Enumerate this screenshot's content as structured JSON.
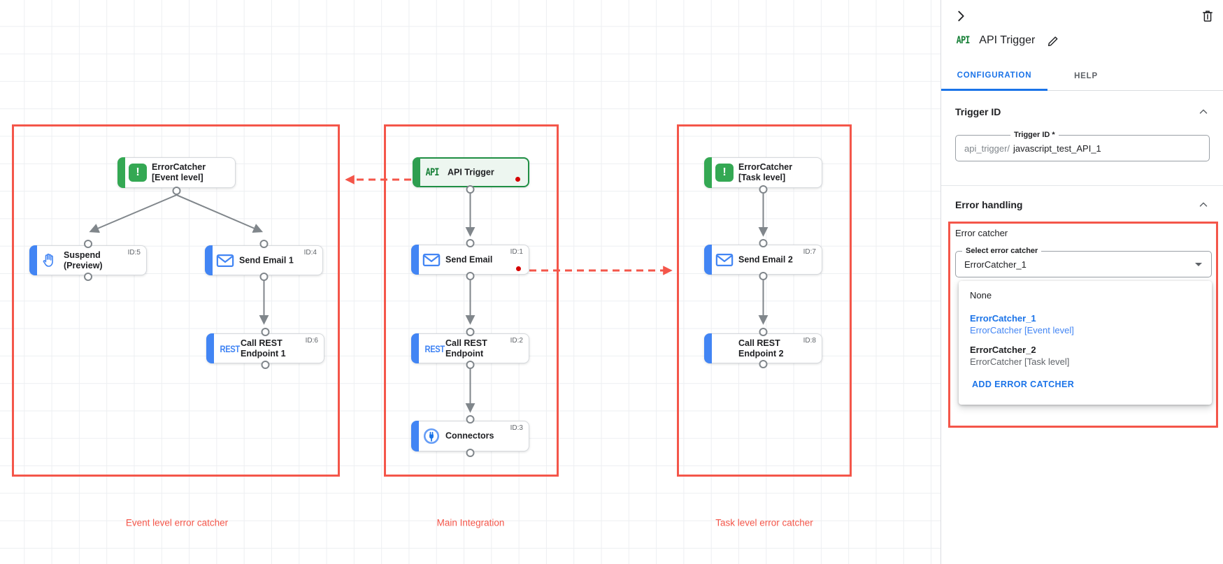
{
  "panel": {
    "badge": "API",
    "title": "API Trigger",
    "tabs": [
      {
        "label": "CONFIGURATION"
      },
      {
        "label": "HELP"
      }
    ],
    "trigger_id": {
      "section_title": "Trigger ID",
      "field_label": "Trigger ID *",
      "prefix": "api_trigger/",
      "value": "javascript_test_API_1"
    },
    "error_handling": {
      "section_title": "Error handling",
      "subsection_label": "Error catcher",
      "select_label": "Select error catcher",
      "select_value": "ErrorCatcher_1",
      "options": [
        {
          "name": "None",
          "desc": ""
        },
        {
          "name": "ErrorCatcher_1",
          "desc": "ErrorCatcher [Event level]",
          "selected": true
        },
        {
          "name": "ErrorCatcher_2",
          "desc": "ErrorCatcher [Task level]",
          "selected": false
        }
      ],
      "add_button": "ADD ERROR CATCHER"
    }
  },
  "canvas": {
    "groups": [
      {
        "label": "Event level error catcher"
      },
      {
        "label": "Main Integration"
      },
      {
        "label": "Task level error catcher"
      }
    ],
    "nodes": {
      "error_catcher_event": {
        "label": "ErrorCatcher\n[Event level]",
        "badge": ""
      },
      "suspend": {
        "label": "Suspend\n(Preview)",
        "badge": "ID:5"
      },
      "send_email_1": {
        "label": "Send Email 1",
        "badge": "ID:4"
      },
      "call_rest_1": {
        "label": "Call REST\nEndpoint 1",
        "badge": "ID:6",
        "icon_text": "REST"
      },
      "api_trigger": {
        "label": "API Trigger",
        "badge": "",
        "icon_text": "API",
        "status_dot": true
      },
      "send_email": {
        "label": "Send Email",
        "badge": "ID:1",
        "status_dot": true
      },
      "call_rest": {
        "label": "Call REST\nEndpoint",
        "badge": "ID:2",
        "icon_text": "REST"
      },
      "connectors": {
        "label": "Connectors",
        "badge": "ID:3"
      },
      "error_catcher_task": {
        "label": "ErrorCatcher\n[Task level]",
        "badge": ""
      },
      "send_email_2": {
        "label": "Send Email 2",
        "badge": "ID:7"
      },
      "call_rest_2": {
        "label": "Call REST\nEndpoint 2",
        "badge": "ID:8"
      }
    }
  },
  "colors": {
    "annotation_red": "#f4564a",
    "google_blue": "#4285f4",
    "link_blue": "#1a73e8",
    "green": "#34a853",
    "connector_gray": "#80868b",
    "status_dot_red": "#d50000"
  }
}
